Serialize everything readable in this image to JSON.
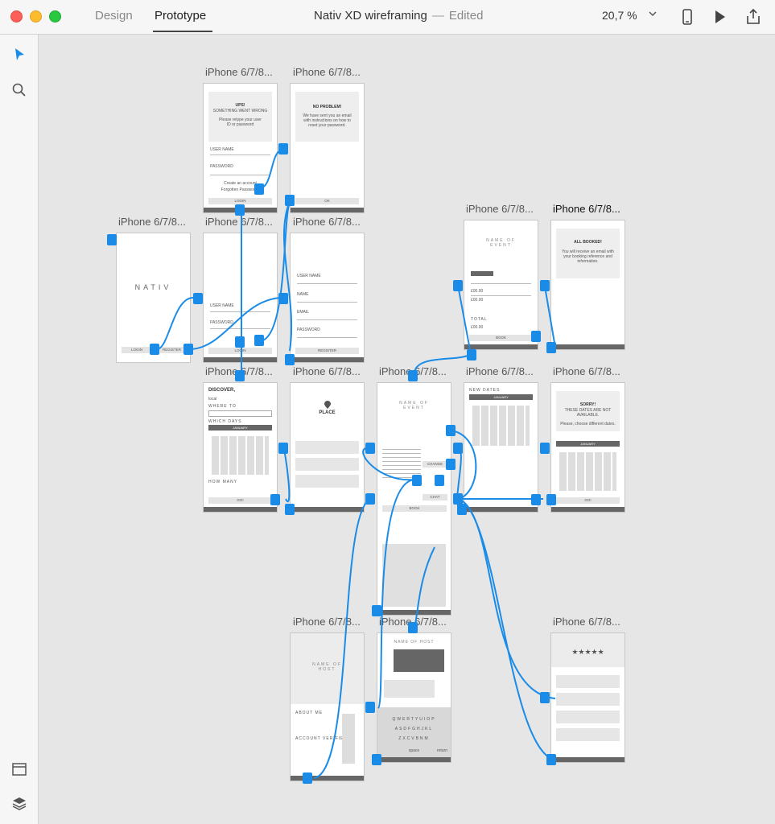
{
  "window": {
    "tabs": [
      {
        "label": "Design"
      },
      {
        "label": "Prototype"
      }
    ],
    "title": "Nativ XD wireframing",
    "separator": "—",
    "status": "Edited",
    "zoom": "20,7 %"
  },
  "toolbar_icons": {
    "left": [
      "select-arrow-icon",
      "search-icon",
      "artboard-icon",
      "layers-icon"
    ],
    "right": [
      "device-preview-icon",
      "play-icon",
      "share-icon"
    ]
  },
  "accent_color": "#1a8ce8",
  "artboards": [
    {
      "label": "iPhone 6/7/8...",
      "lines": [
        "UPS!",
        "SOMETHING WENT WRONG",
        "Please retype your user ID or password",
        "USER NAME",
        "PASSWORD",
        "Create an account",
        "Forgotten Password?",
        "LOGIN"
      ]
    },
    {
      "label": "iPhone 6/7/8...",
      "lines": [
        "NO PROBLEM!",
        "We have sent you an email with instructions on how to reset your password.",
        "OK"
      ]
    },
    {
      "label": "iPhone 6/7/8...",
      "lines": [
        "NATIV",
        "LOGIN",
        "REGISTER"
      ]
    },
    {
      "label": "iPhone 6/7/8...",
      "lines": [
        "USER NAME",
        "PASSWORD",
        "LOGIN"
      ]
    },
    {
      "label": "iPhone 6/7/8...",
      "lines": [
        "USER NAME",
        "NAME",
        "EMAIL",
        "PASSWORD",
        "REGISTER"
      ]
    },
    {
      "label": "iPhone 6/7/8...",
      "lines": [
        "NAME OF EVENT",
        "£00.00",
        "£00.00",
        "TOTAL",
        "£00.00",
        "BOOK"
      ]
    },
    {
      "label": "iPhone 6/7/8...",
      "lines": [
        "ALL BOOKED!",
        "You will receive an email with your booking reference and information."
      ]
    },
    {
      "label": "iPhone 6/7/8...",
      "lines": [
        "DISCOVER,",
        "local",
        "WHERE TO",
        "WHICH DAYS",
        "JANUARY",
        "HOW MANY",
        "GO!"
      ]
    },
    {
      "label": "iPhone 6/7/8...",
      "lines": [
        "PLACE"
      ]
    },
    {
      "label": "iPhone 6/7/8...",
      "lines": [
        "NAME OF EVENT",
        "CHANGE",
        "CHAT",
        "BOOK"
      ]
    },
    {
      "label": "iPhone 6/7/8...",
      "lines": [
        "NEW DATES",
        "JANUARY"
      ]
    },
    {
      "label": "iPhone 6/7/8...",
      "lines": [
        "SORRY!",
        "THESE DATES ARE NOT AVAILABLE.",
        "Please, choose different dates.",
        "JANUARY",
        "GO!"
      ]
    },
    {
      "label": "iPhone 6/7/8...",
      "lines": [
        "NAME OF HOST",
        "ABOUT ME",
        "ACCOUNT VERIFIED"
      ]
    },
    {
      "label": "iPhone 6/7/8...",
      "lines": [
        "NAME OF HOST",
        "QWERTYUIOP",
        "ASDFGHJKL",
        "ZXCVBNM",
        "space",
        "return"
      ]
    },
    {
      "label": "iPhone 6/7/8...",
      "lines": [
        "★★★★★"
      ]
    }
  ]
}
